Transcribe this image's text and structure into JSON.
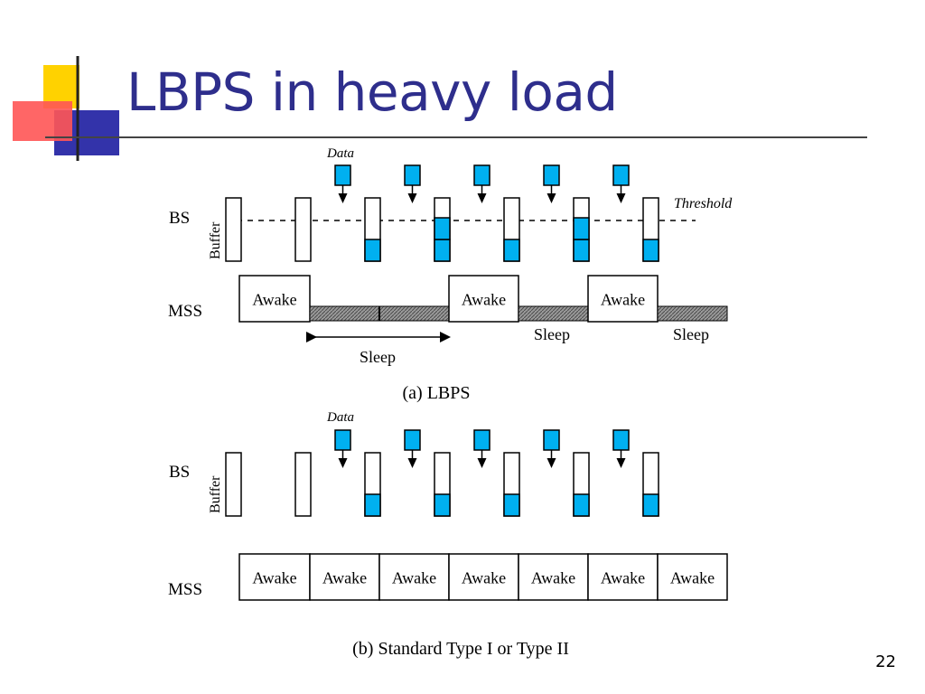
{
  "slide": {
    "title": "LBPS in heavy load",
    "page_number": "22"
  },
  "colors": {
    "title": "#2e2e8c",
    "data_fill": "#00b0f0",
    "sleep_hatch": "#777777",
    "deco_yellow": "#ffd200",
    "deco_red": "#ff4040",
    "deco_blue": "#3333aa"
  },
  "panel_a": {
    "data_label": "Data",
    "threshold_label": "Threshold",
    "bs_label": "BS",
    "buffer_label": "Buffer",
    "mss_label": "MSS",
    "awake_label": "Awake",
    "sleep_label": "Sleep",
    "caption": "(a) LBPS",
    "buffer_levels": [
      0,
      0,
      1,
      2,
      1,
      2,
      1
    ],
    "data_arrivals": 5,
    "mss_states": [
      "awake",
      "sleep",
      "sleep",
      "awake",
      "sleep",
      "awake",
      "sleep"
    ]
  },
  "panel_b": {
    "data_label": "Data",
    "bs_label": "BS",
    "buffer_label": "Buffer",
    "mss_label": "MSS",
    "awake_label": "Awake",
    "caption": "(b) Standard Type I or Type II",
    "buffer_levels": [
      0,
      0,
      1,
      1,
      1,
      1,
      1
    ],
    "data_arrivals": 5,
    "mss_states": [
      "awake",
      "awake",
      "awake",
      "awake",
      "awake",
      "awake",
      "awake"
    ]
  }
}
